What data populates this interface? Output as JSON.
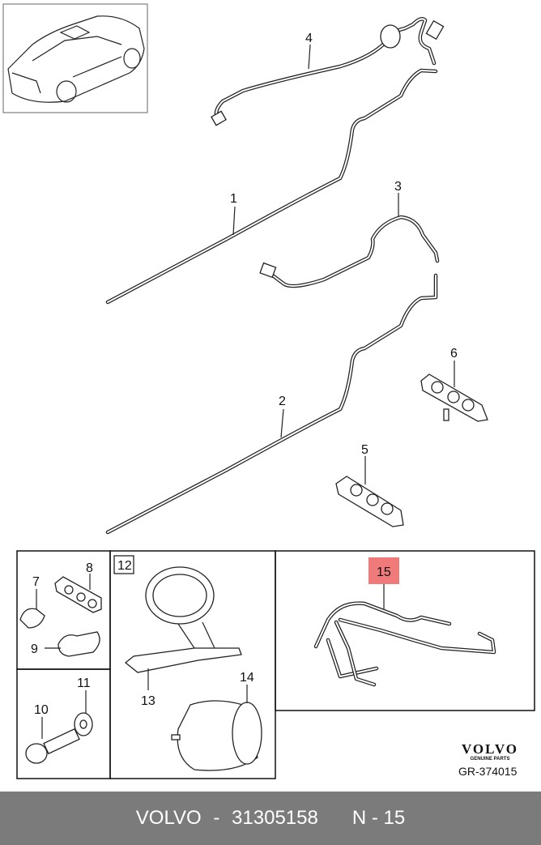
{
  "callouts": {
    "c1": "1",
    "c2": "2",
    "c3": "3",
    "c4": "4",
    "c5": "5",
    "c6": "6",
    "c7": "7",
    "c8": "8",
    "c9": "9",
    "c10": "10",
    "c11": "11",
    "c12": "12",
    "c13": "13",
    "c14": "14",
    "c15": "15"
  },
  "highlight_color": "#f07a7a",
  "logo": {
    "brand": "VOLVO",
    "tagline": "GENUINE PARTS"
  },
  "diagram_ref": "GR-374015",
  "footer": {
    "brand": "VOLVO",
    "sep1": " - ",
    "part_number": "31305158",
    "position": "N - 15"
  }
}
